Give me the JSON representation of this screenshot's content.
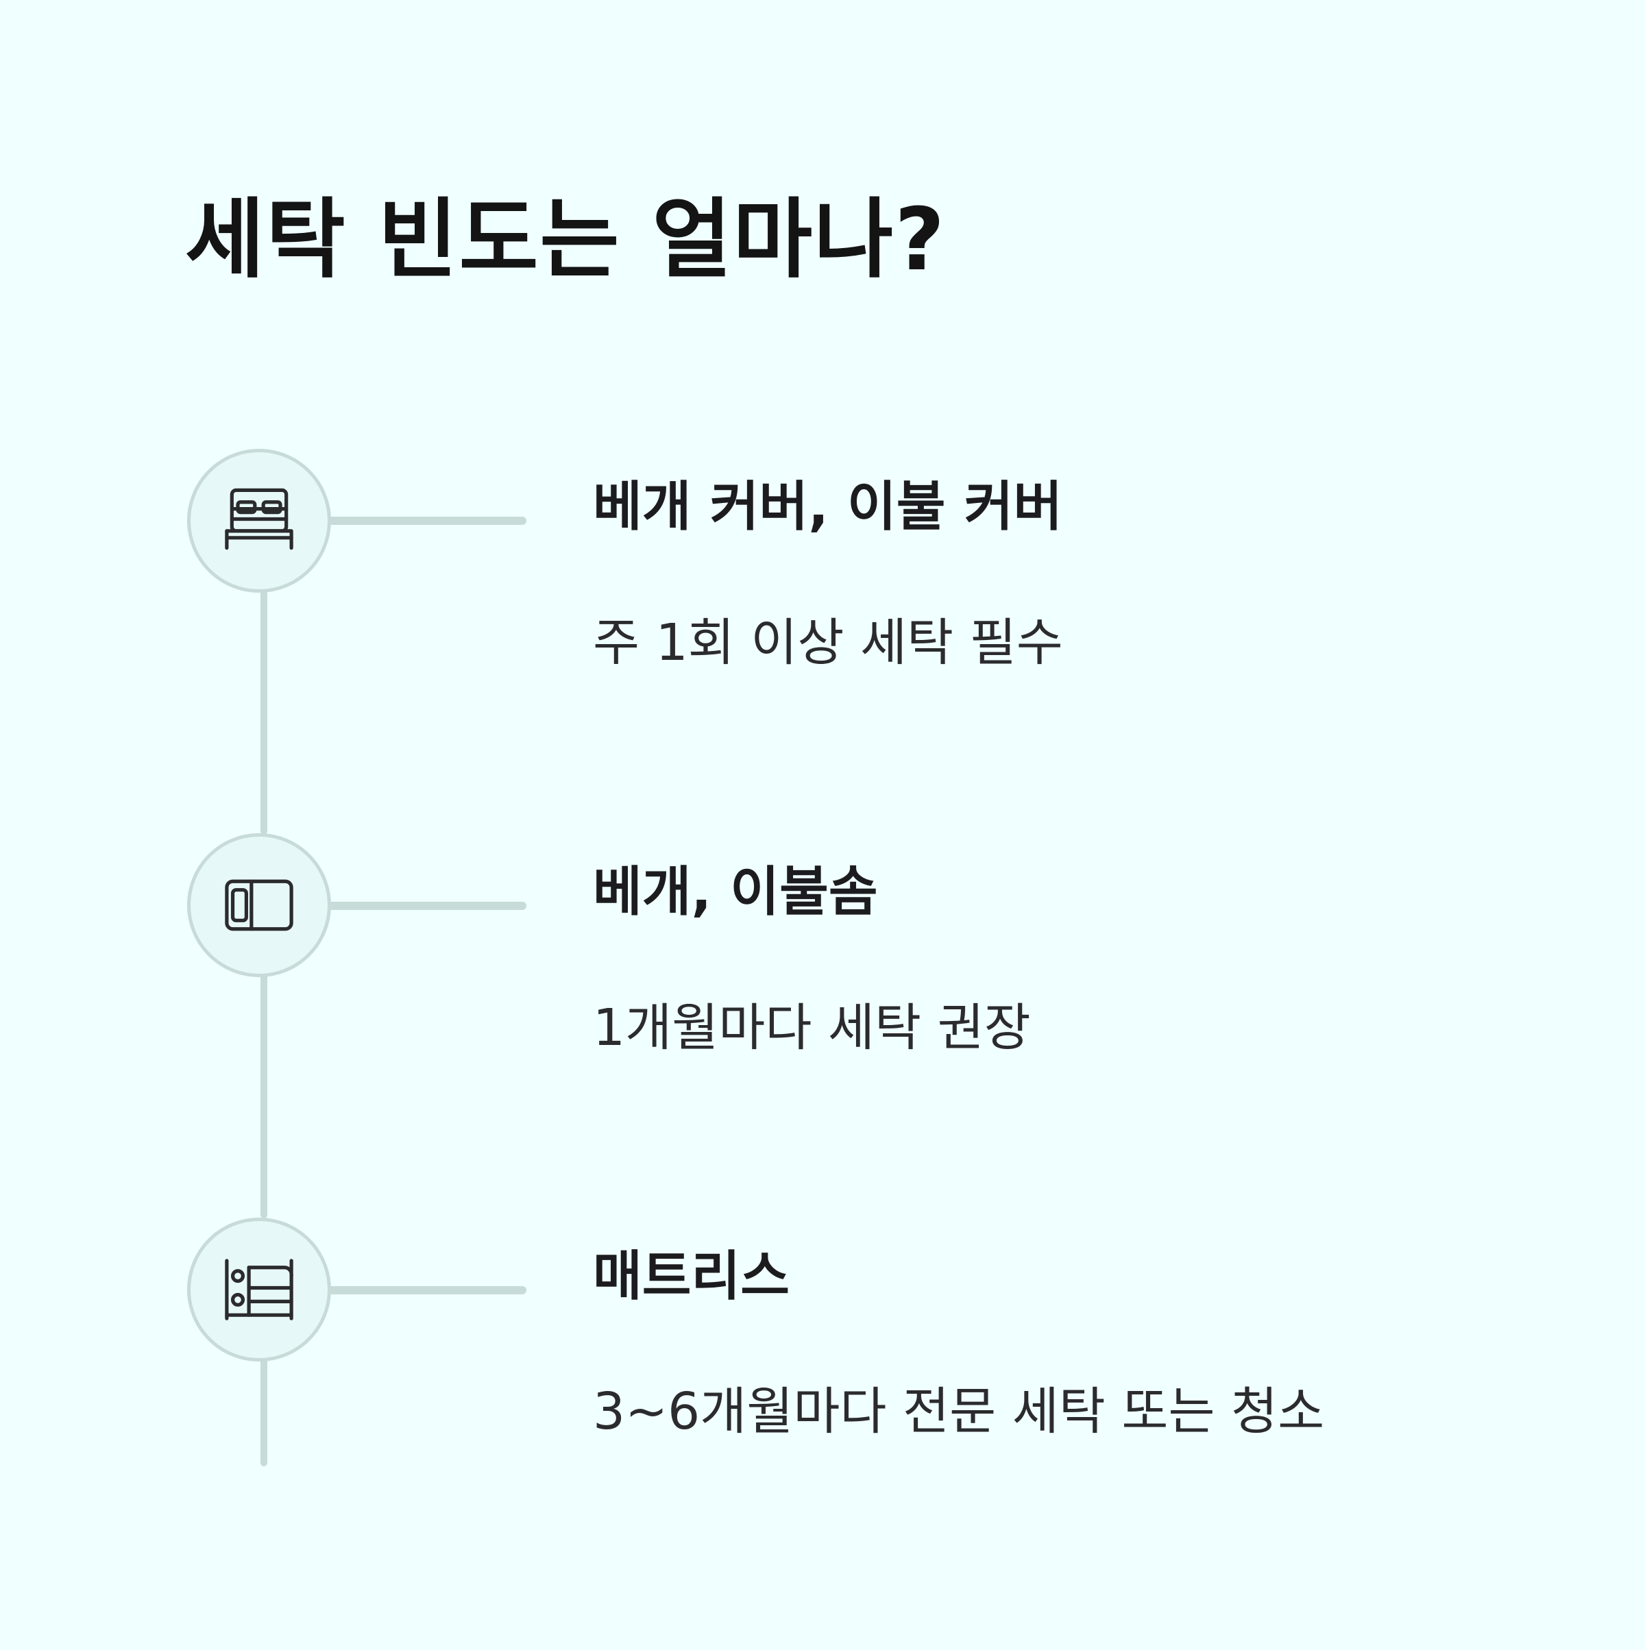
{
  "title": "세탁 빈도는 얼마나?",
  "items": [
    {
      "icon": "bed-icon",
      "title": "베개 커버, 이불 커버",
      "description": "주 1회 이상 세탁 필수"
    },
    {
      "icon": "pillow-icon",
      "title": "베개, 이불솜",
      "description": "1개월마다 세탁 권장"
    },
    {
      "icon": "mattress-icon",
      "title": "매트리스",
      "description": "3~6개월마다 전문 세탁 또는 청소"
    }
  ],
  "colors": {
    "background": "#f0ffff",
    "connector": "#c7dbd9",
    "node_fill": "#e7f8f8",
    "text": "#1c1c1e"
  }
}
